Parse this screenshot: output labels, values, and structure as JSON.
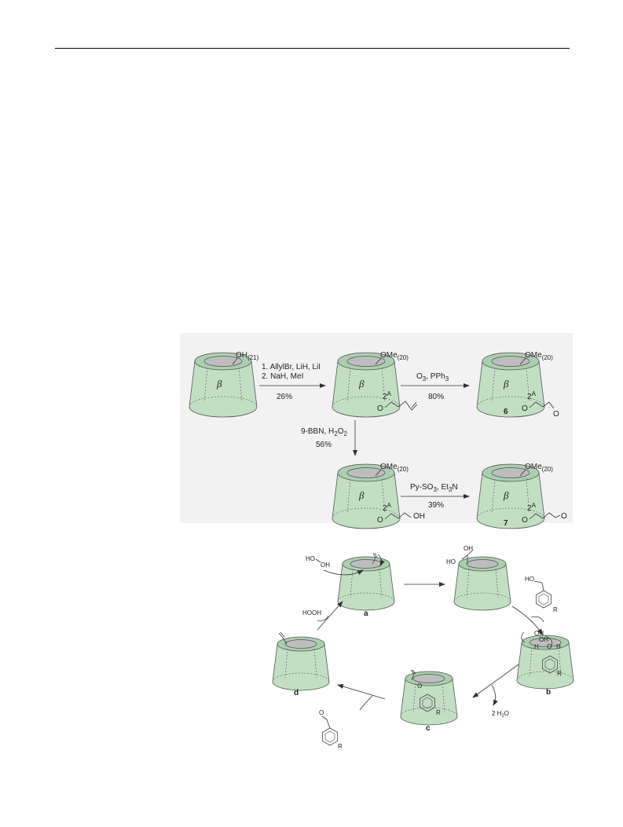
{
  "scheme1": {
    "start": {
      "oh": "OH",
      "oh_sub": "(21)",
      "beta": "β"
    },
    "allyl": {
      "ome": "OMe",
      "ome_sub": "(20)",
      "beta": "β",
      "pos": "2",
      "pos_sup": "A"
    },
    "aldehyde6": {
      "ome": "OMe",
      "ome_sub": "(20)",
      "beta": "β",
      "pos": "2",
      "pos_sup": "A",
      "label": "6",
      "o": "O"
    },
    "alcohol": {
      "ome": "OMe",
      "ome_sub": "(20)",
      "beta": "β",
      "pos": "2",
      "pos_sup": "A",
      "oh": "OH"
    },
    "aldehyde7": {
      "ome": "OMe",
      "ome_sub": "(20)",
      "beta": "β",
      "pos": "2",
      "pos_sup": "A",
      "label": "7",
      "o": "O"
    },
    "step1": {
      "line1": "1. AllylBr, LiH, LiI",
      "line2": "2. NaH, MeI",
      "yield": "26%"
    },
    "step2": {
      "reagent": "O",
      "reagent_sub": "3",
      "reagent_rest": ", PPh",
      "reagent_sub2": "3",
      "yield": "80%"
    },
    "step3": {
      "reagent": "9-BBN, H",
      "sub1": "2",
      "mid": "O",
      "sub2": "2",
      "yield": "56%"
    },
    "step4": {
      "reagent": "Py-SO",
      "sub1": "3",
      "mid": ", Et",
      "sub2": "3",
      "end": "N",
      "yield": "39%"
    }
  },
  "scheme2": {
    "hooh_top": "HO",
    "hooh_top2": "OH",
    "label_a": "a",
    "label_b": "b",
    "label_c": "c",
    "label_d": "d",
    "hooh_left": "HOOH",
    "gem_oh1": "OH",
    "gem_oh2": "HO",
    "benzyl_oh": "HO",
    "r": "R",
    "water": "2 H",
    "water_sub": "2",
    "water_o": "O",
    "o_label": "O",
    "b_oh1": "OH",
    "b_oh2": "OH",
    "b_h1": "H",
    "b_h2": "H",
    "b_o": "O"
  }
}
